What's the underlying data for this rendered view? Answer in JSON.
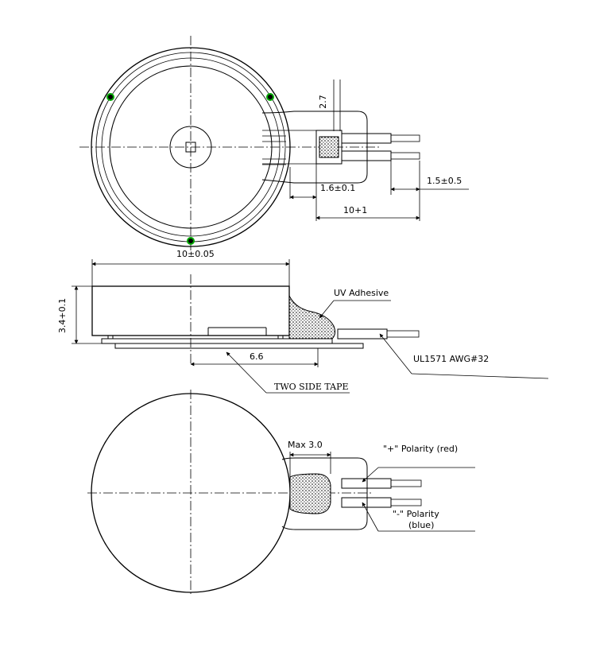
{
  "labels": {
    "dim_2_7": "2.7",
    "dim_1_6": "1.6±0.1",
    "dim_1_5": "1.5±0.5",
    "dim_10_1": "10+1",
    "dim_10_005": "10±0.05",
    "dim_3_4": "3.4+0.1",
    "dim_6_6": "6.6",
    "uv_adhesive": "UV Adhesive",
    "wire_spec": "UL1571  AWG#32",
    "two_side_tape": "TWO SIDE TAPE",
    "max_3_0": "Max 3.0",
    "pos_polarity": "\"+\" Polarity (red)",
    "neg_polarity": "\"-\" Polarity",
    "neg_color": "(blue)"
  },
  "colors": {
    "line": "#000000",
    "marker": "#00aa00"
  }
}
